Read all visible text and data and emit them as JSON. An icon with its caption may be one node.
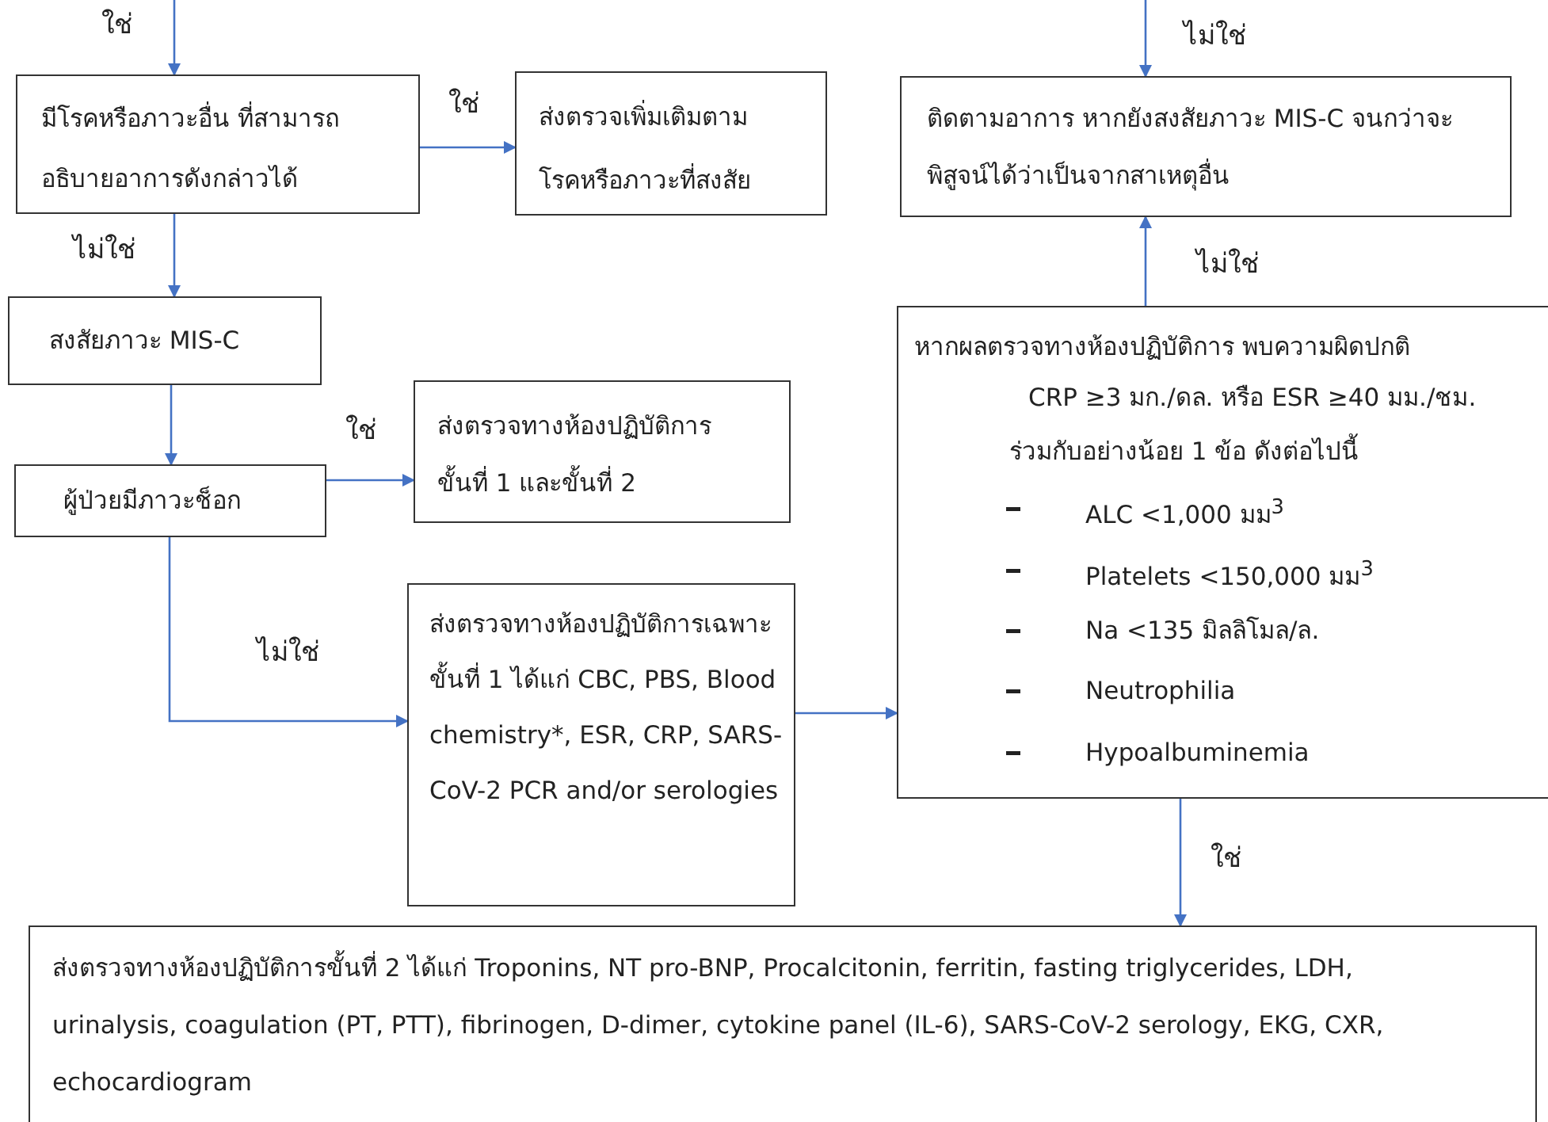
{
  "diagram": {
    "nodes": [
      {
        "text": [
          "มีโรคหรือภาวะอื่น ที่สามารถอธิบายอาการดังกล่าวได้"
        ]
      },
      {
        "text": [
          "ส่งตรวจเพิ่มเติมตามโรคหรือภาวะที่สงสัย"
        ]
      },
      {
        "text": [
          "สงสัยภาวะ MIS-C"
        ]
      },
      {
        "text": [
          "ผู้ป่วยมีภาวะช็อก"
        ]
      },
      {
        "text": [
          "ส่งตรวจทางห้องปฏิบัติการขั้นที่ 1 และขั้นที่ 2"
        ]
      },
      {
        "text": [
          "ส่งตรวจทางห้องปฏิบัติการเฉพาะขั้นที่ 1 ได้แก่ CBC, PBS, Blood chemistry*, ESR, CRP, SARS-CoV-2 PCR and/or serologies"
        ]
      },
      {
        "text": [
          "ติดตามอาการ หากยังสงสัยภาวะ MIS-C จนกว่าจะพิสูจน์ได้ว่าเป็นจากสาเหตุอื่น"
        ]
      },
      {
        "text": [
          "หากผลตรวจทางห้องปฏิบัติการ พบความผิดปกติ",
          "CRP ≥3 มก./ดล. หรือ ESR ≥40 มม./ชม.",
          "ร่วมกับอย่างน้อย 1 ข้อ ดังต่อไปนี้",
          "ALC <1,000 มม$^{3}$",
          "Platelets <150,000 มม$^{3}$",
          "Na <135 มิลลิโมล/ล.",
          "Neutrophilia",
          "Hypoalbuminemia"
        ]
      },
      {
        "text": [
          "ส่งตรวจทางห้องปฏิบัติการขั้นที่ 2 ได้แก่ Troponins, NT pro-BNP, Procalcitonin, ferritin, fasting triglycerides, LDH, urinalysis, coagulation (PT, PTT), fibrinogen, D-dimer, cytokine panel (IL-6), SARS-CoV-2 serology, EKG, CXR, echocardiogram"
        ]
      }
    ],
    "edges": [
      {
        "from": null,
        "to": 0,
        "arrow": "to",
        "label": "ใช่"
      },
      {
        "from": 0,
        "to": 1,
        "arrow": "to",
        "label": "ใช่"
      },
      {
        "from": 0,
        "to": 2,
        "arrow": "to",
        "label": "ไม่ใช่"
      },
      {
        "from": 2,
        "to": 3,
        "arrow": "to"
      },
      {
        "from": 3,
        "to": 4,
        "arrow": "to",
        "label": "ใช่"
      },
      {
        "from": 3,
        "to": 5,
        "arrow": "to",
        "label": "ไม่ใช่"
      },
      {
        "from": 5,
        "to": 7,
        "arrow": "to"
      },
      {
        "from": null,
        "to": 6,
        "arrow": "to",
        "label": "ไม่ใช่"
      },
      {
        "from": 7,
        "to": 6,
        "arrow": "to",
        "label": "ไม่ใช่"
      },
      {
        "from": 7,
        "to": 8,
        "arrow": "to",
        "label": "ใช่"
      }
    ]
  }
}
